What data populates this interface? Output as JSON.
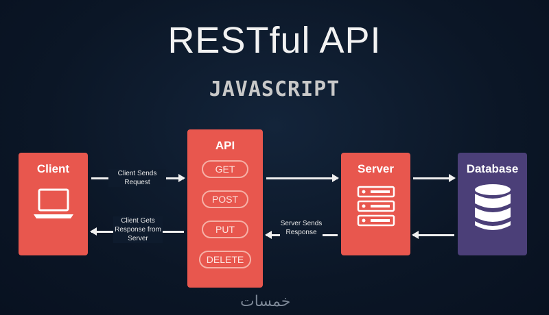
{
  "title": "RESTful API",
  "subtitle": "JAVASCRIPT",
  "client": {
    "label": "Client",
    "icon": "laptop-icon"
  },
  "api": {
    "label": "API",
    "methods": [
      "GET",
      "POST",
      "PUT",
      "DELETE"
    ]
  },
  "server": {
    "label": "Server",
    "icon": "server-rack-icon"
  },
  "database": {
    "label": "Database",
    "icon": "database-icon"
  },
  "arrows": {
    "client_request": "Client Sends Request",
    "client_response": "Client Gets Response from Server",
    "server_response": "Server Sends Response"
  },
  "colors": {
    "box": "#e8574e",
    "database": "#4b3f78",
    "background": "#0b1626"
  },
  "watermark": "خمسات"
}
